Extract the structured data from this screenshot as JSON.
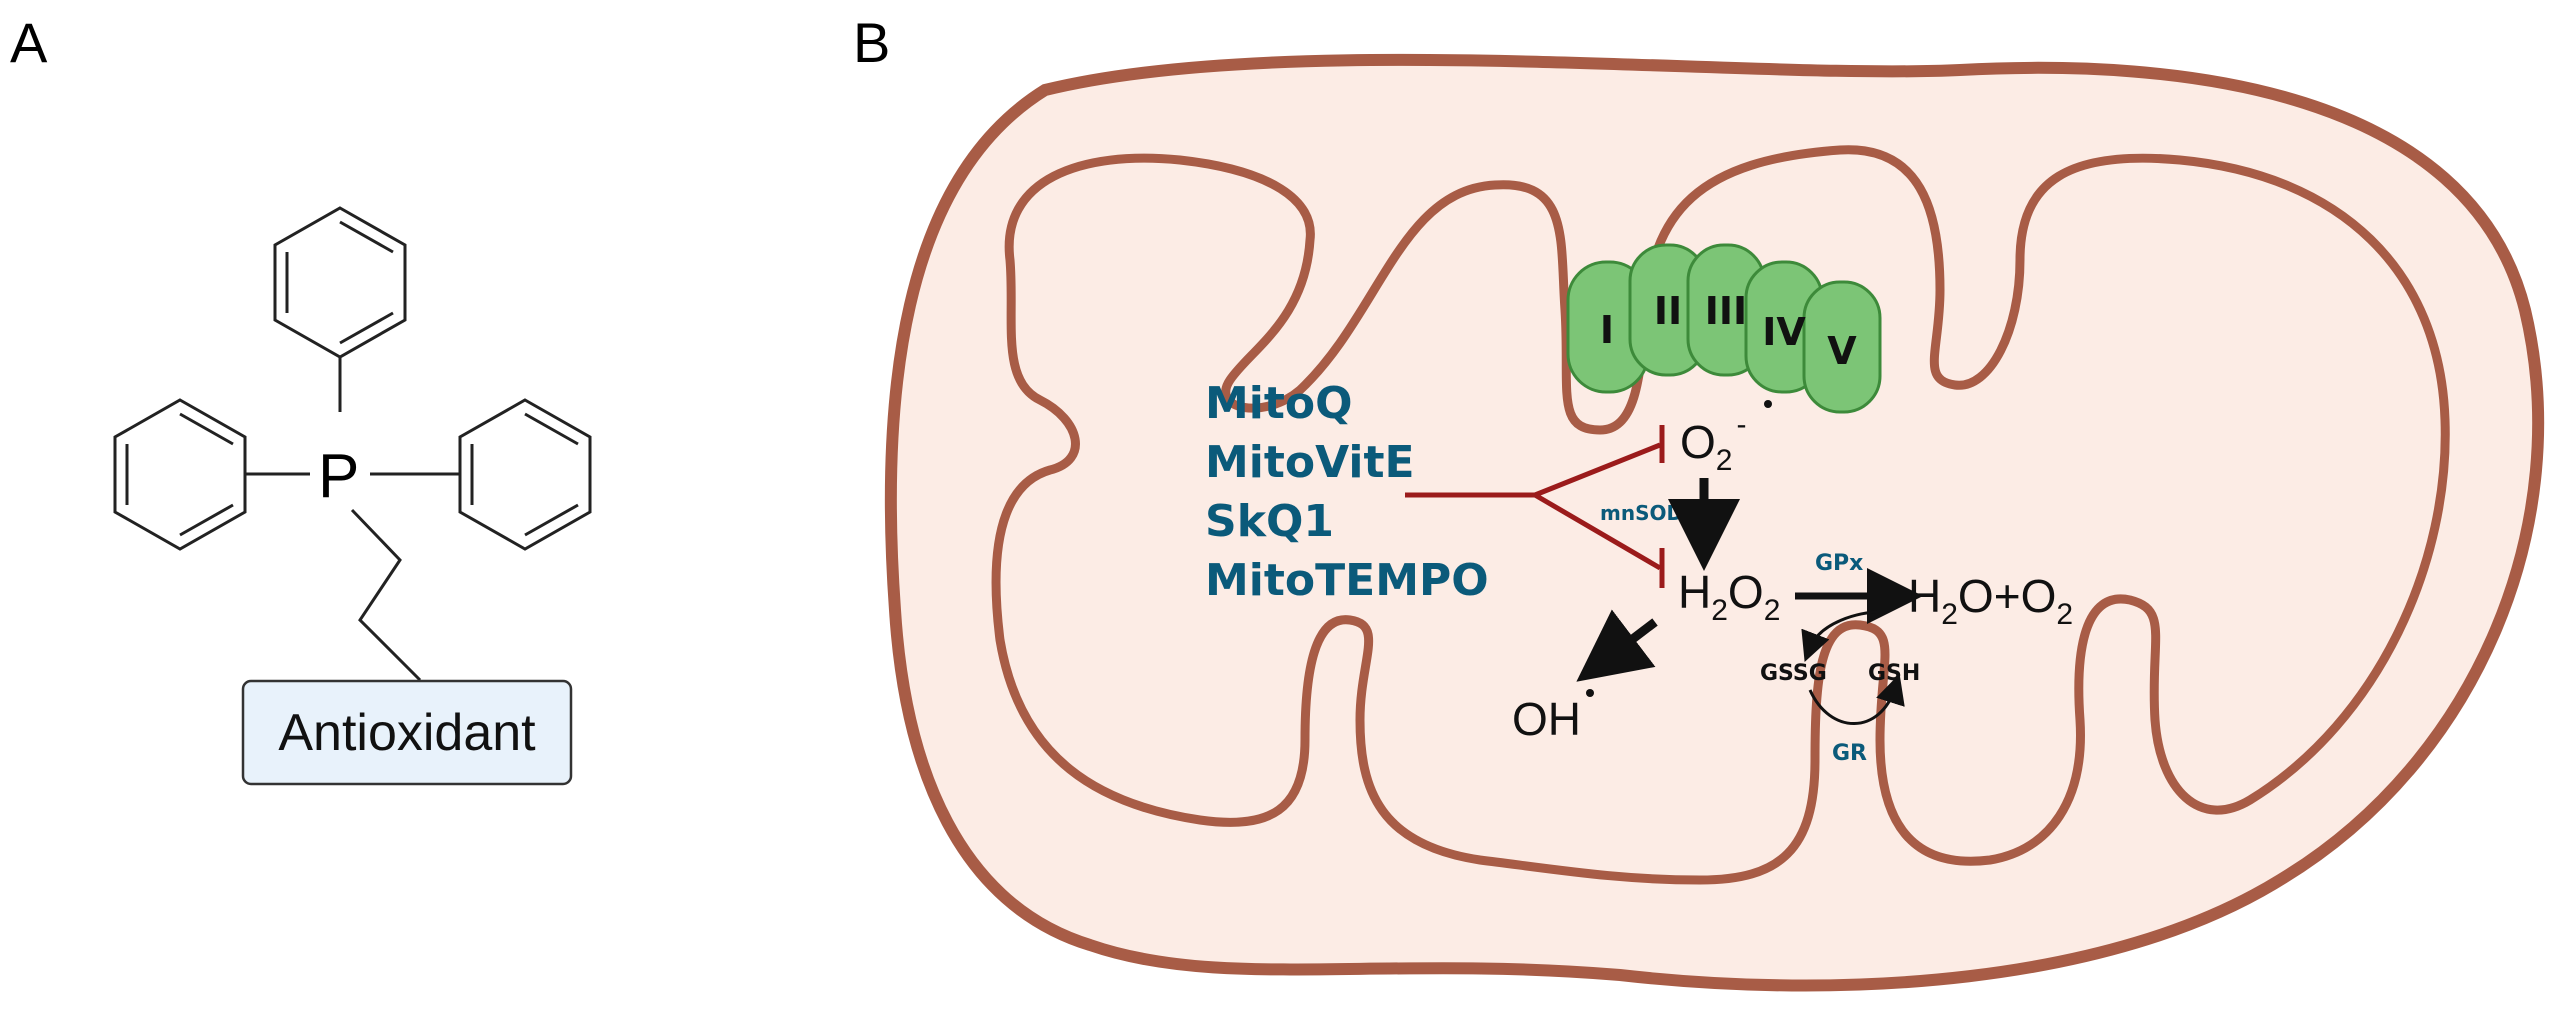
{
  "panel_a": {
    "letter": "A",
    "phosphorus": "P",
    "antioxidant_label": "Antioxidant"
  },
  "panel_b": {
    "letter": "B",
    "complexes": [
      "I",
      "II",
      "III",
      "IV",
      "V"
    ],
    "drugs": [
      "MitoQ",
      "MitoVitE",
      "SkQ1",
      "MitoTEMPO"
    ],
    "superoxide": "O",
    "superoxide_sub": "2",
    "superoxide_sup": "-",
    "h2o2_h": "H",
    "h2o2_sub1": "2",
    "h2o2_o": "O",
    "h2o2_sub2": "2",
    "hydroxyl": "OH",
    "water_h": "H",
    "water_sub": "2",
    "water_rest": "O+O",
    "oxygen_sub": "2",
    "mnsod": "mnSOD",
    "gpx": "GPx",
    "gr": "GR",
    "gssg": "GSSG",
    "gsh": "GSH"
  },
  "colors": {
    "membrane": "#a85c46",
    "matrix": "#fcece5",
    "complex_fill": "#7cc576",
    "complex_stroke": "#3d8a3a",
    "drug_text": "#0b5a7a",
    "inhibit_line": "#9b1b1b",
    "box_fill": "#e8f2fb"
  }
}
